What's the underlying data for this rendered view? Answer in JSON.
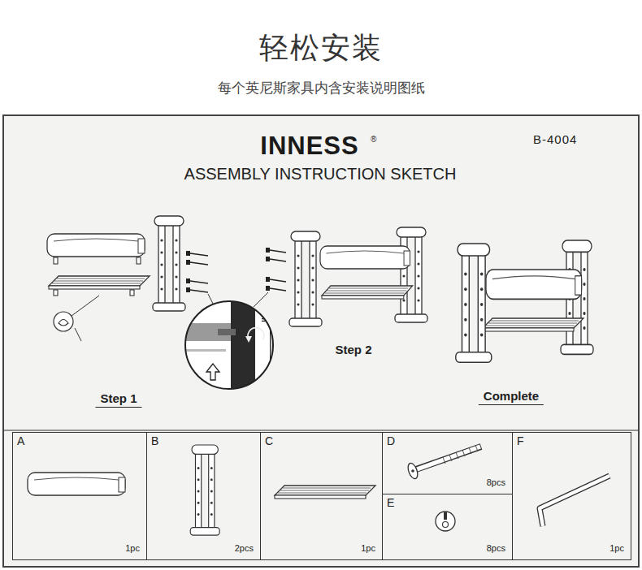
{
  "diagram": {
    "title": "轻松安装",
    "nodes": [
      {
        "text": [
          "A",
          "1pc"
        ]
      },
      {
        "text": [
          "B",
          "2pcs"
        ]
      },
      {
        "text": [
          "C",
          "1pc"
        ]
      },
      {
        "text": [
          "D",
          "8pcs"
        ]
      },
      {
        "text": [
          "E",
          "8pcs"
        ]
      },
      {
        "text": [
          "F",
          "1pc"
        ]
      }
    ],
    "labels": [
      "每个英尼斯家具内含安装说明图纸",
      "INNESS",
      "®",
      "B-4004",
      "ASSEMBLY INSTRUCTION SKETCH",
      "Step 1",
      "Step 2",
      "Complete"
    ]
  }
}
